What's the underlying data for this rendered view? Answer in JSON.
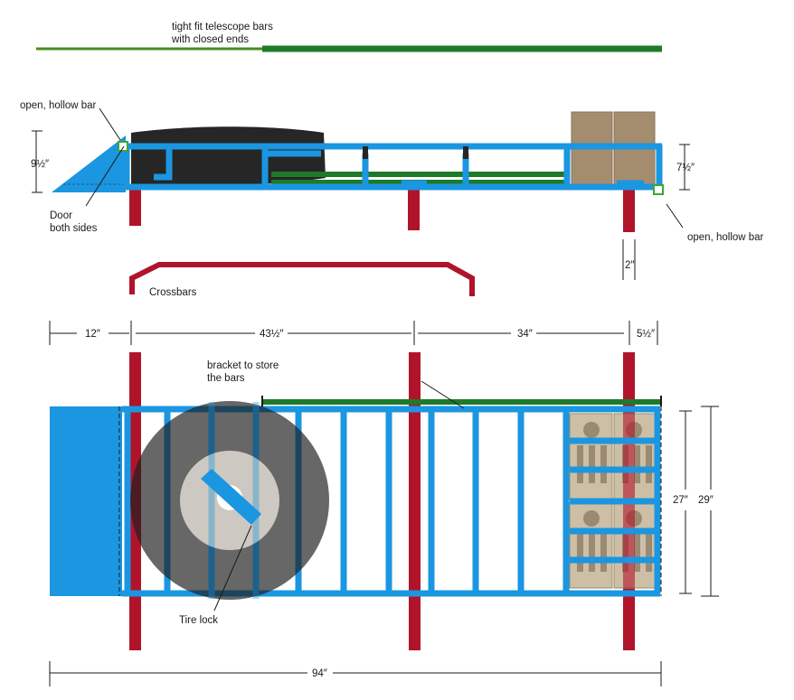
{
  "labels": {
    "telescope_line1": "tight fit telescope bars",
    "telescope_line2": "with closed ends",
    "open_bar_left": "open, hollow bar",
    "open_bar_right": "open, hollow bar",
    "height_left": "9½″",
    "height_right": "7½″",
    "door_line1": "Door",
    "door_line2": "both sides",
    "width_2": "2″",
    "crossbars": "Crossbars",
    "bracket_line1": "bracket to store",
    "bracket_line2": "the bars",
    "tire_lock": "Tire lock"
  },
  "dimensions": {
    "d12": "12″",
    "d43": "43½″",
    "d34": "34″",
    "d5": "5½″",
    "d27": "27″",
    "d29": "29″",
    "d94": "94″"
  },
  "colors": {
    "frame_blue": "#1b96e0",
    "crossbar_red": "#b0142a",
    "telescope_green": "#1e7a2a",
    "telescope_green_light": "#4a8a1e",
    "tire_dark": "#262626",
    "tire_grey": "#5f5f5f",
    "hub_light": "#d8d4cc",
    "box_tan": "#a48c6e",
    "end_cap_green": "#3aa63a"
  }
}
